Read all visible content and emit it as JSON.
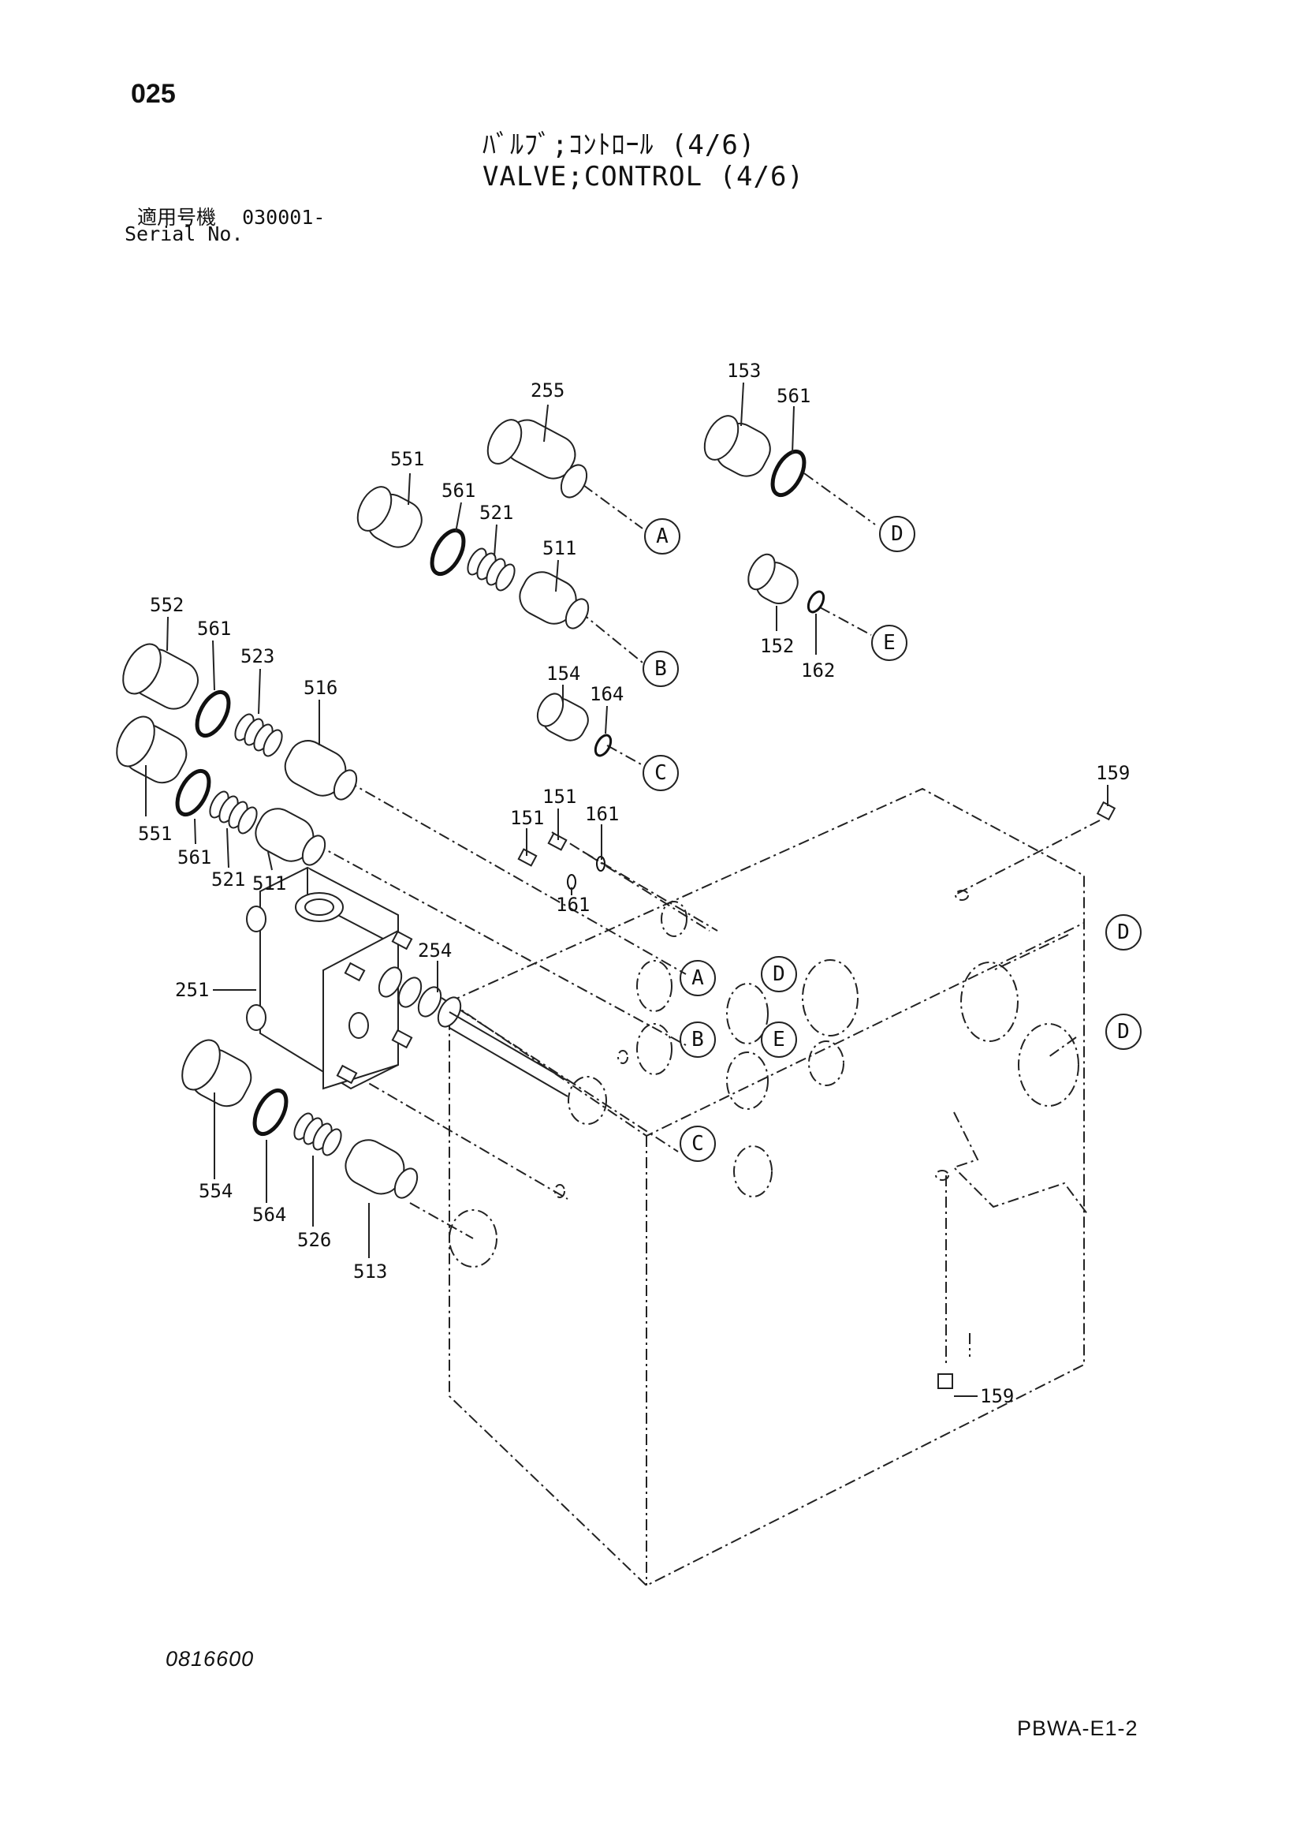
{
  "header": {
    "page_number": "025",
    "title_jp": "ﾊﾞﾙﾌﾞ;ｺﾝﾄﾛｰﾙ (4/6)",
    "title_en": "VALVE;CONTROL (4/6)",
    "serial_label_jp": "適用号機",
    "serial_value": "030001-",
    "serial_label_en": "Serial No."
  },
  "footer": {
    "drawing_number": "0816600",
    "page_code": "PBWA-E1-2"
  },
  "part_labels": {
    "p255": "255",
    "p153": "153",
    "p561a": "561",
    "p551a": "551",
    "p561b": "561",
    "p521a": "521",
    "p511a": "511",
    "p552": "552",
    "p561c": "561",
    "p523": "523",
    "p516": "516",
    "p154": "154",
    "p164": "164",
    "p152": "152",
    "p162": "162",
    "p551b": "551",
    "p561d": "561",
    "p521b": "521",
    "p511b": "511",
    "p151a": "151",
    "p151b": "151",
    "p161a": "161",
    "p161b": "161",
    "p254": "254",
    "p251": "251",
    "p159a": "159",
    "p159b": "159",
    "p554": "554",
    "p564": "564",
    "p526": "526",
    "p513": "513"
  },
  "connection_markers": {
    "a1": "A",
    "d1": "D",
    "b1": "B",
    "e1": "E",
    "c1": "C",
    "a2": "A",
    "d2": "D",
    "b2": "B",
    "e2": "E",
    "c2": "C",
    "d3": "D",
    "d4": "D"
  }
}
